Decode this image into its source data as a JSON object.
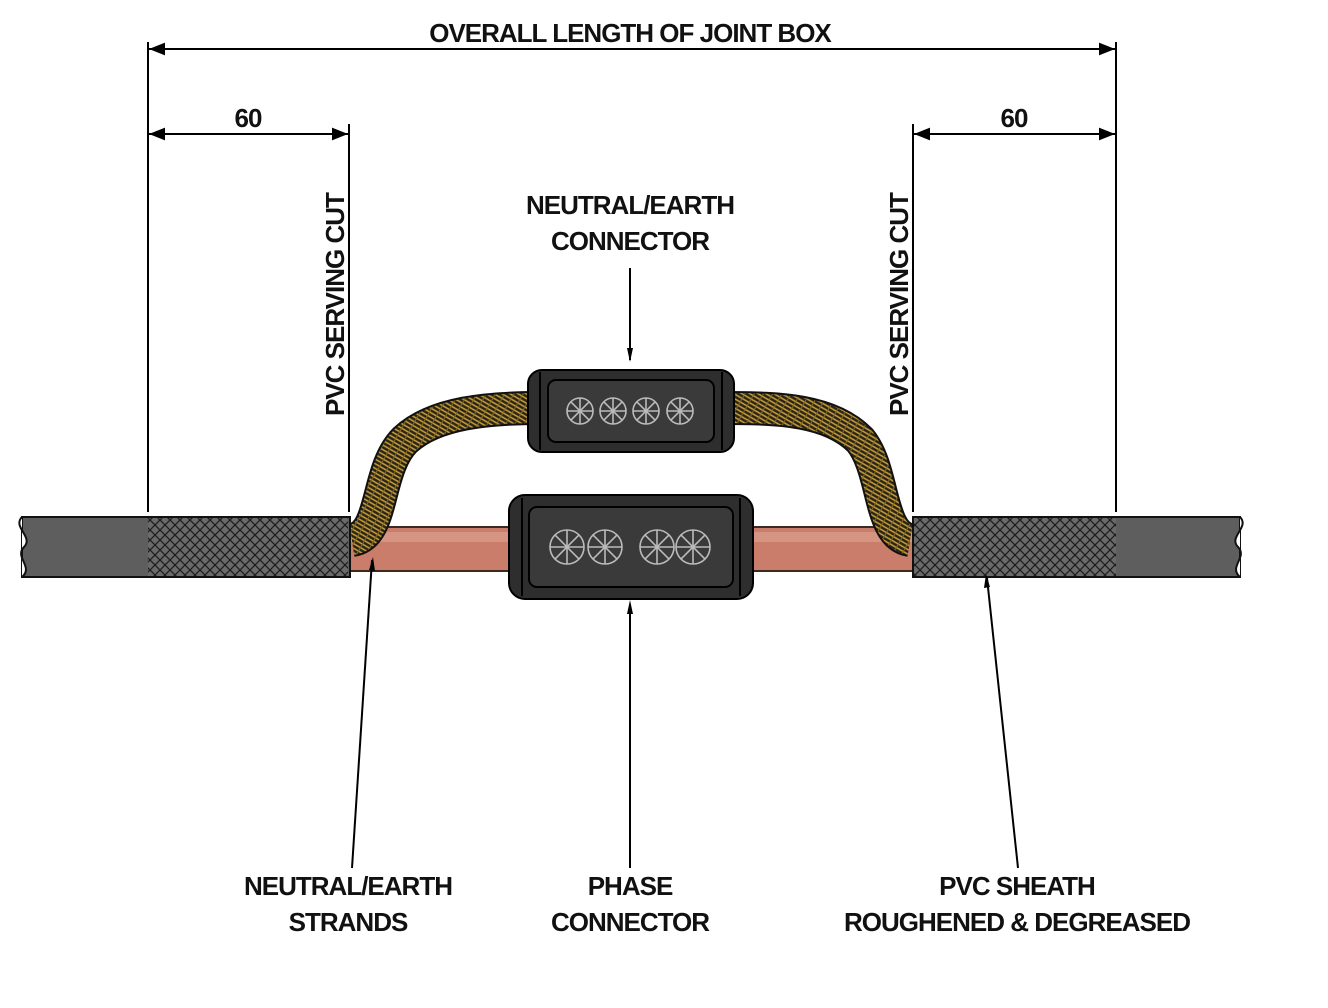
{
  "dimensions": {
    "overall_label": "OVERALL LENGTH OF JOINT BOX",
    "left_dim": "60",
    "right_dim": "60"
  },
  "labels": {
    "left_cut": "PVC SERVING CUT",
    "right_cut": "PVC SERVING CUT",
    "ne_connector_line1": "NEUTRAL/EARTH",
    "ne_connector_line2": "CONNECTOR",
    "ne_strands_line1": "NEUTRAL/EARTH",
    "ne_strands_line2": "STRANDS",
    "phase_line1": "PHASE",
    "phase_line2": "CONNECTOR",
    "sheath_line1": "PVC SHEATH",
    "sheath_line2": "ROUGHENED & DEGREASED"
  },
  "colors": {
    "cable": "#5e5e5e",
    "conductor": "#c97d6a",
    "braid": "#b08a2a",
    "connector": "#2e2e2e"
  }
}
